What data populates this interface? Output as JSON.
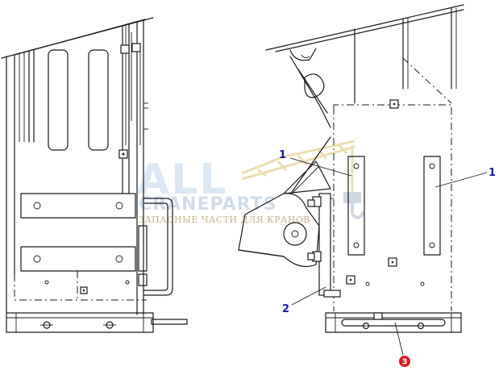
{
  "watermark": {
    "brand": "ALL",
    "sub": "CRANEPARTS",
    "tagline": "ЗАПАСНЫЕ ЧАСТИ ДЛЯ КРАНОВ"
  },
  "callouts": {
    "c1_left": "1",
    "c1_right": "1",
    "c2": "2",
    "c3": "3"
  },
  "colors": {
    "callout_text": "#1a1aa6",
    "callout_red": "#d81b1b",
    "watermark_blue": "#d7e3f1",
    "watermark_gold": "#e8d9a6"
  }
}
